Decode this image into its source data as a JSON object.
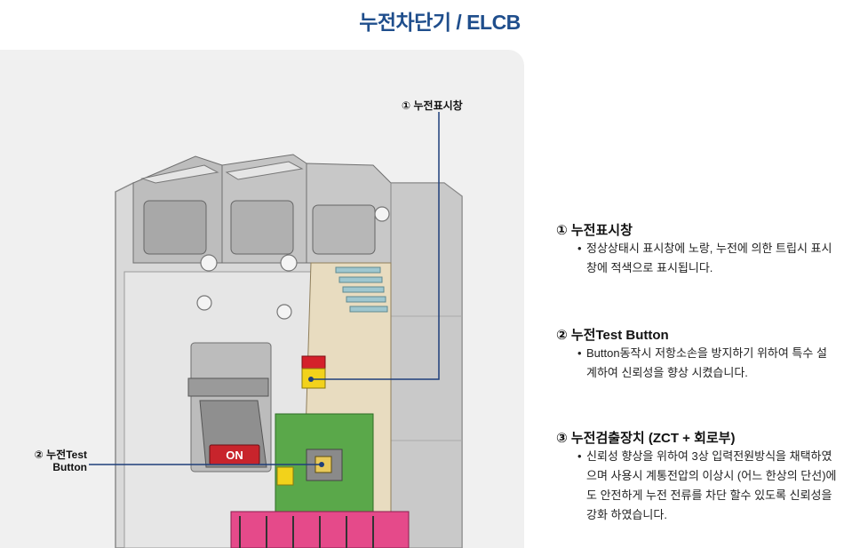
{
  "title": "누전차단기 / ELCB",
  "callouts": {
    "indicator": "① 누전표시창",
    "test_button_line1": "② 누전Test",
    "test_button_line2": "Button",
    "on_label": "ON"
  },
  "sections": [
    {
      "heading": "① 누전표시창",
      "bullet": "•",
      "text": "정상상태시 표시창에 노랑, 누전에 의한 트립시 표시창에 적색으로 표시됩니다."
    },
    {
      "heading": "② 누전Test Button",
      "bullet": "•",
      "text": "Button동작시 저항소손을 방지하기 위하여 특수 설계하여 신뢰성을 향상 시켰습니다."
    },
    {
      "heading": "③ 누전검출장치 (ZCT + 회로부)",
      "bullet": "•",
      "text": "신뢰성 향상을 위하여 3상 입력전원방식을 채택하였으며 사용시 계통전압의 이상시 (어느 한상의 단선)에도 안전하게 누전 전류를 차단 할수 있도록 신뢰성을 강화 하였습니다."
    }
  ],
  "colors": {
    "title": "#1f4e8c",
    "panel": "#f0f0f0",
    "indicator_red": "#d4202a",
    "indicator_yellow": "#f2d21b",
    "board_green": "#5aa84a",
    "on_button": "#c8242c"
  }
}
